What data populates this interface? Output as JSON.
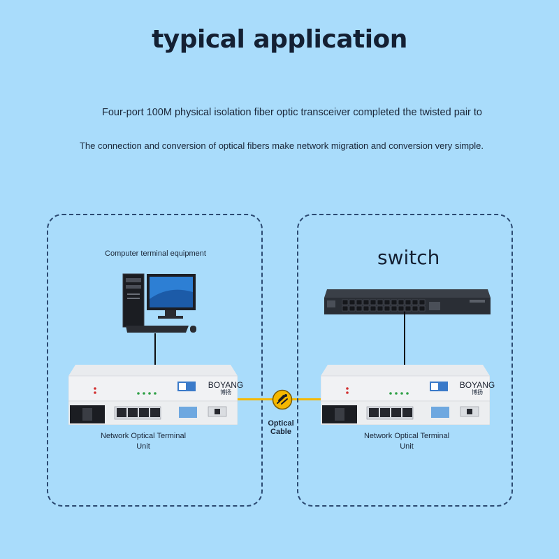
{
  "header": {
    "title": "typical application",
    "line1": "Four-port 100M physical isolation fiber optic transceiver completed the twisted pair to",
    "line2": "The connection and conversion of optical fibers make network migration and conversion very simple."
  },
  "left_panel": {
    "equipment_label": "Computer terminal equipment",
    "unit_label_1": "Network Optical Terminal",
    "unit_label_2": "Unit"
  },
  "right_panel": {
    "equipment_label": "switch",
    "unit_label_1": "Network Optical Terminal",
    "unit_label_2": "Unit"
  },
  "cable": {
    "label": "Optical Cable"
  },
  "device": {
    "brand": "BOYANG",
    "brand_cn": "博扬"
  },
  "colors": {
    "background": "#a9dcfb",
    "panel_border": "#2c4a72",
    "cable": "#f5b800"
  }
}
